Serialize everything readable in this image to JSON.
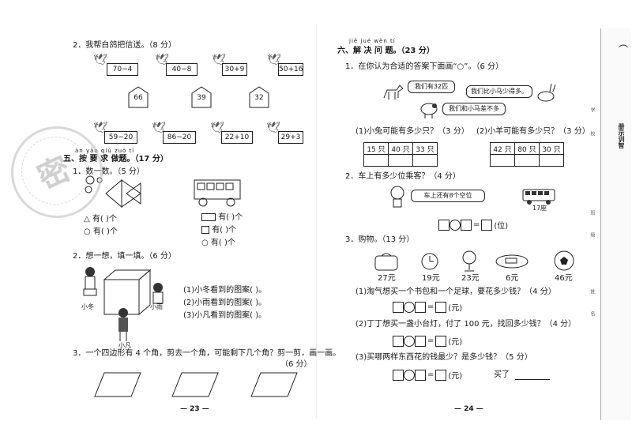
{
  "left": {
    "q2_title": "2．我帮白鸽把信送。（8 分）",
    "doves_top": [
      "70−4",
      "40−8",
      "30+9",
      "50+16"
    ],
    "mailboxes": [
      "66",
      "39",
      "32"
    ],
    "doves_bottom": [
      "59−20",
      "86−20",
      "22+10",
      "29+3"
    ],
    "sec5_pinyin": "àn yāo qiú zuò tí",
    "sec5_title": "五、按 要 求 做题。（17 分）",
    "q1_title": "1．数一数。（5 分）",
    "count_shapes_a": [
      "△ 有(      )个",
      "○ 有(      )个"
    ],
    "count_shapes_b": [
      "有(      )个",
      "有(      )个",
      "○ 有(      )个"
    ],
    "q2b_title": "2．想一想，填一填。（6 分）",
    "view_lines": [
      "(1)小冬看到的图案(      )。",
      "(2)小雨看到的图案(      )。",
      "(3)小凡看到的图案(      )。"
    ],
    "kid_labels": [
      "小冬",
      "小雨",
      "小凡"
    ],
    "q3_line1": "3．一个四边形有 4 个角，剪去一个角，可能剩下几个角？剪一剪，画一画。",
    "q3_score": "（6 分）",
    "page_no": "— 23 —",
    "stamp": "密"
  },
  "right": {
    "sec6_pinyin": "jiě jué wèn tí",
    "sec6_title": "六、解 决 问 题。（23 分）",
    "q1_title": "1．在你认为合适的答案下面画“○”。（6 分）",
    "bubbles": [
      "我们有32匹",
      "我们比小马少得多。",
      "我们和小马差不多"
    ],
    "rabbit_q": "(1)小兔可能有多少只？（3 分）",
    "sheep_q": "(2)小羊可能有多少只？（3 分）",
    "rabbit_opts": [
      "15 只",
      "40 只",
      "33 只"
    ],
    "sheep_opts": [
      "42 只",
      "80 只",
      "30 只"
    ],
    "q2_title": "2．车上有多少位乘客？（4 分）",
    "bus_bubble": "车上还有8个空位",
    "bus_seats": "17座",
    "q2_unit": "(位)",
    "q3_title": "3．购物。（13 分）",
    "prices": [
      "27元",
      "19元",
      "23元",
      "6元",
      "46元"
    ],
    "shop_q1": "(1)淘气想买一个书包和一个足球，要花多少钱？（4 分）",
    "shop_q2": "(2)丁丁想买一盏小台灯，付了 100 元，找回多少钱？（4 分）",
    "shop_q3": "(3)买哪两样东西花的钱最少？是多少钱？（5 分）",
    "unit_yuan": "(元)",
    "buy_label": "买了",
    "page_no": "— 24 —"
  },
  "sidebar": {
    "brand": "册示训智",
    "chars": [
      "学",
      "校",
      "班",
      "级",
      "姓",
      "名"
    ]
  }
}
